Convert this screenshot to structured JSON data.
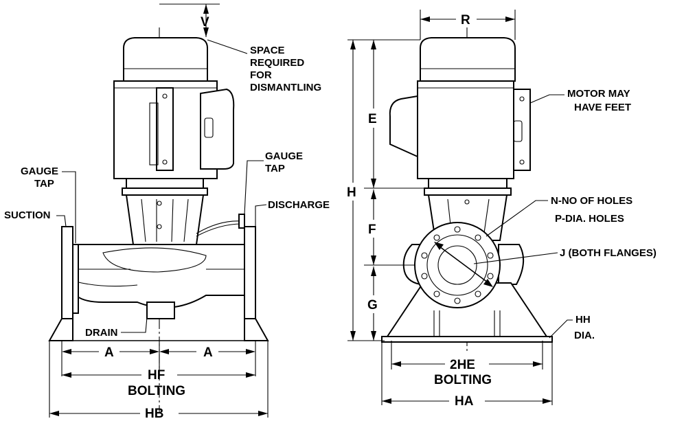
{
  "labels": {
    "v": "V",
    "space_1": "SPACE",
    "space_2": "REQUIRED",
    "space_3": "FOR",
    "space_4": "DISMANTLING",
    "gauge_tap_right_1": "GAUGE",
    "gauge_tap_right_2": "TAP",
    "gauge_tap_left_1": "GAUGE",
    "gauge_tap_left_2": "TAP",
    "discharge": "DISCHARGE",
    "suction": "SUCTION",
    "drain": "DRAIN",
    "a_left": "A",
    "a_right": "A",
    "hf": "HF",
    "bolting_left": "BOLTING",
    "hb": "HB",
    "r": "R",
    "motor_1": "MOTOR MAY",
    "motor_2": "HAVE FEET",
    "e": "E",
    "h": "H",
    "n_holes": "N-NO OF HOLES",
    "p_holes": "P-DIA. HOLES",
    "f": "F",
    "j": "J (BOTH FLANGES)",
    "g": "G",
    "hh_1": "HH",
    "hh_2": "DIA.",
    "two_he": "2HE",
    "bolting_right": "BOLTING",
    "ha": "HA"
  }
}
